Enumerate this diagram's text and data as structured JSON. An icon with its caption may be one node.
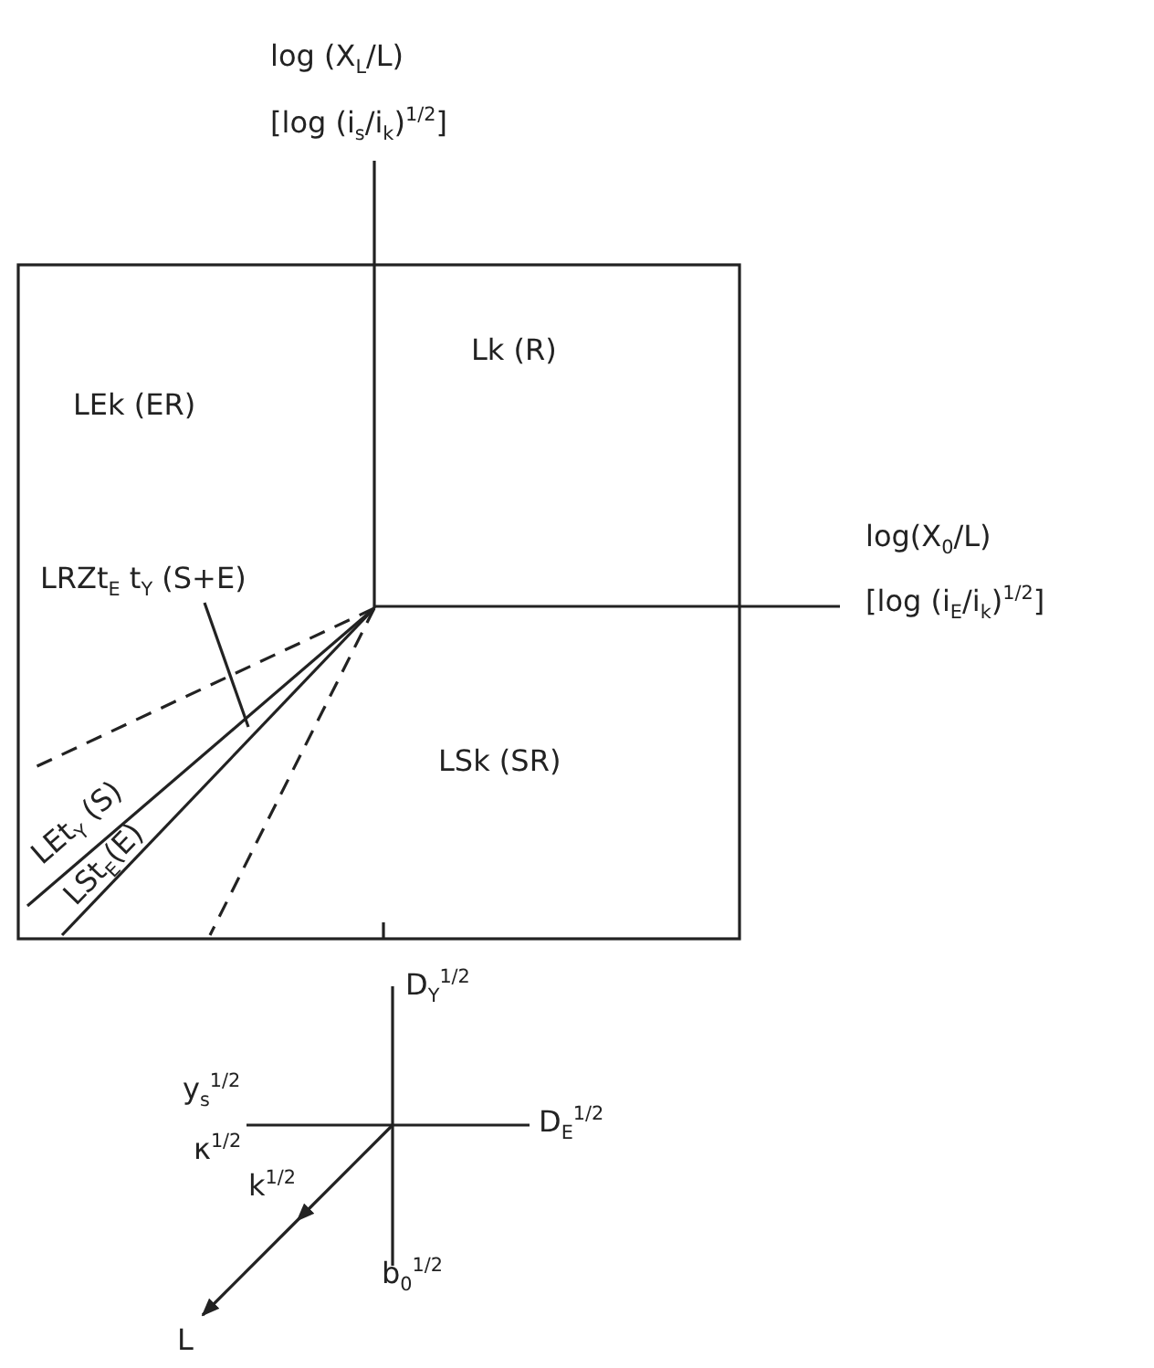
{
  "diagram": {
    "nodes": [
      {
        "text": [
          "LRZt$_{E}$ t$_{Y}$ (S+E)"
        ]
      },
      {
        "text": [],
        "shape": "triangle"
      }
    ],
    "edges": [
      {
        "from": 0,
        "to": 1,
        "arrow": "none"
      }
    ],
    "labels": [
      "log (X$_{L}$/L)",
      "[log (i$_{s}$/i$_{k}$)$^{1/2}$]",
      "Lk (R)",
      "LEk (ER)",
      "log(X$_{0}$/L)",
      "[log (i$_{E}$/i$_{k}$)$^{1/2}$]",
      "LSk (SR)",
      "LEt$_{Y}$ (S)",
      "LSt$_{E}$(E)",
      "D$_{Y}$$^{1/2}$",
      "y$_{s}$$^{1/2}$",
      "κ$^{1/2}$",
      "D$_{E}$$^{1/2}$",
      "k$^{1/2}$",
      "b$_{0}$$^{1/2}$",
      "L"
    ]
  }
}
